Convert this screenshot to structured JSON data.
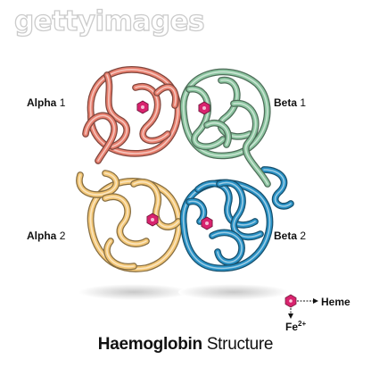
{
  "watermark": "gettyimages",
  "subunits": [
    {
      "name": "Alpha",
      "number": "1",
      "color": "#e8806f"
    },
    {
      "name": "Beta",
      "number": "1",
      "color": "#8cc5a0"
    },
    {
      "name": "Alpha",
      "number": "2",
      "color": "#f3c777"
    },
    {
      "name": "Beta",
      "number": "2",
      "color": "#2a92c6"
    }
  ],
  "heme_color": "#d8236e",
  "legend": {
    "heme": "Heme",
    "iron": "Fe",
    "iron_charge": "2+"
  },
  "title": {
    "bold": "Haemoglobin",
    "regular": "Structure"
  }
}
